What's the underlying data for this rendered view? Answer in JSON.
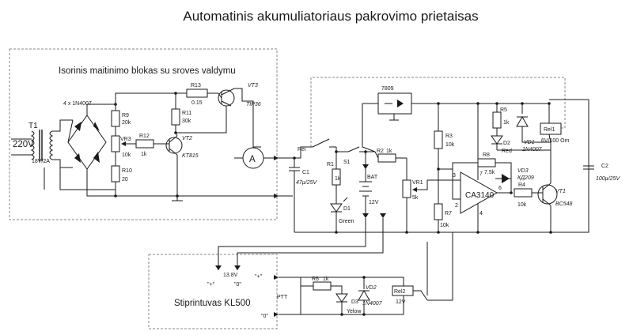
{
  "title": "Automatinis akumuliatoriaus pakrovimo prietaisas",
  "blocks": {
    "power": "Isorinis maitinimo blokas su sroves valdymu",
    "amplifier": "Stiprintuvas KL500"
  },
  "labels": {
    "t1": "T1",
    "v220": "220V",
    "t1_out": "18V/2A",
    "bridge": "4 x 1N4007",
    "r9": "R9",
    "r9v": "20k",
    "vr3": "VR3",
    "vr3v": "10k",
    "r10": "R10",
    "r10v": "20",
    "r12": "R12",
    "r12v": "1k",
    "r11": "R11",
    "r11v": "30k",
    "r13": "R13",
    "r13v": "0.15",
    "vt2": "VT2",
    "vt2v": "KT815",
    "vt3": "VT3",
    "vt3v": "TIP36",
    "meter": "A",
    "ic7809": "7809",
    "rei": "Rei",
    "c1": "C1",
    "c1v": "47µ/25V",
    "s1": "S1",
    "r1": "R1",
    "r1v": "1k",
    "d1": "D1",
    "d1v": "Green",
    "r2": "R2",
    "r2v": "1k",
    "bat": "BAT",
    "v12": "12V",
    "vr1": "VR1",
    "vr1v": "5k",
    "r3": "R3",
    "r3v": "10k",
    "r7": "R7",
    "r7v": "10k",
    "ca3140": "CA3140",
    "pin3": "3",
    "pin2": "2",
    "pin7": "7",
    "pin6": "6",
    "pin4": "4",
    "r5": "R5",
    "r5v": "1k",
    "d2": "D2",
    "d2v": "Red",
    "vd1": "VD1",
    "vd1v": "1N4007",
    "rel1": "Rel1",
    "rel1v": "6V/100 Om",
    "r8": "R8",
    "r8v": "7.5k",
    "vd3": "VD3",
    "vd3v": "КД209",
    "r4": "R4",
    "r4v": "10k",
    "vt1": "VT1",
    "vt1v": "BC548",
    "c2": "C2",
    "c2v": "100µ/25V",
    "v138": "13.8V",
    "plus": "\"+\"",
    "zero": "\"0\"",
    "ptt": "PTT",
    "r6": "R6",
    "r6v": "1k",
    "vd2": "VD2",
    "vd2v": "1N4007",
    "d3": "D3",
    "d3v": "Yelow",
    "rel2": "Rel2",
    "rel2v": "12V"
  },
  "colors": {
    "ink": "#1a1a1a",
    "frame": "#888888",
    "background": "#ffffff"
  }
}
